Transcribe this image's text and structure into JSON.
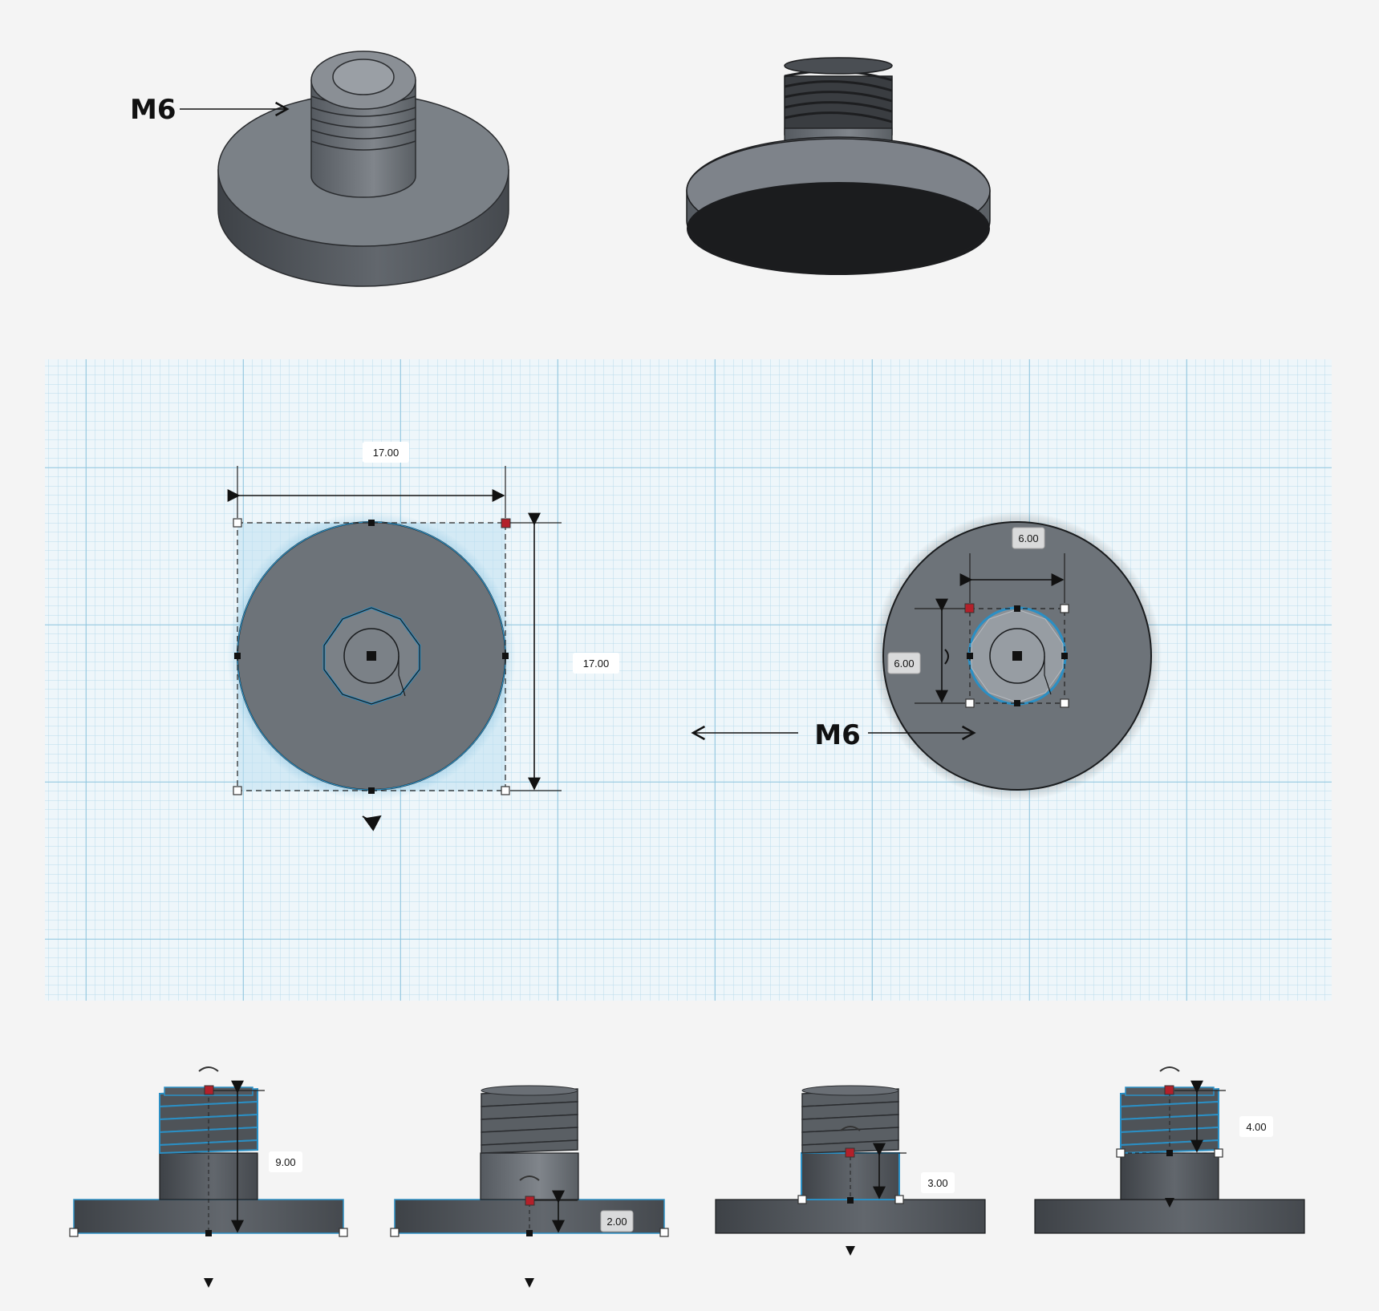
{
  "labels": {
    "thread_top": "M6",
    "thread_center": "M6"
  },
  "dimensions": {
    "base_width": "17.00",
    "base_depth": "17.00",
    "thread_width": "6.00",
    "thread_depth": "6.00",
    "total_height": "9.00",
    "base_height": "2.00",
    "neck_height": "3.00",
    "thread_height": "4.00"
  },
  "colors": {
    "background": "#f4f4f4",
    "grid_line": "#a9d3e6",
    "part_gray": "#6e747a",
    "part_dark": "#1b1c1e",
    "selection_blue": "#2b8fc4",
    "handle_red": "#b3202a"
  },
  "icons": [
    "rotate-arrow-icon",
    "drop-arrow-icon",
    "leader-arrow-icon"
  ]
}
